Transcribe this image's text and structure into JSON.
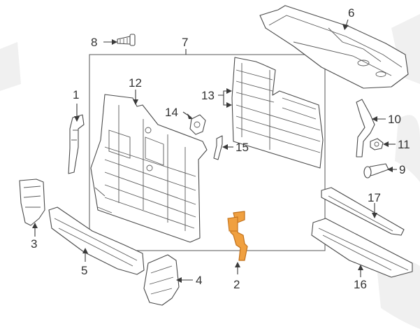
{
  "diagram": {
    "callouts": [
      {
        "id": "c1",
        "label": "1"
      },
      {
        "id": "c2",
        "label": "2"
      },
      {
        "id": "c3",
        "label": "3"
      },
      {
        "id": "c4",
        "label": "4"
      },
      {
        "id": "c5",
        "label": "5"
      },
      {
        "id": "c6",
        "label": "6"
      },
      {
        "id": "c7",
        "label": "7"
      },
      {
        "id": "c8",
        "label": "8"
      },
      {
        "id": "c9",
        "label": "9"
      },
      {
        "id": "c10",
        "label": "10"
      },
      {
        "id": "c11",
        "label": "11"
      },
      {
        "id": "c12",
        "label": "12"
      },
      {
        "id": "c13",
        "label": "13"
      },
      {
        "id": "c14",
        "label": "14"
      },
      {
        "id": "c15",
        "label": "15"
      },
      {
        "id": "c16",
        "label": "16"
      },
      {
        "id": "c17",
        "label": "17"
      }
    ],
    "colors": {
      "line": "#4a4a4a",
      "highlight_fill": "#f0a040",
      "highlight_stroke": "#c0701a",
      "watermark": "#e3e3e3"
    }
  }
}
